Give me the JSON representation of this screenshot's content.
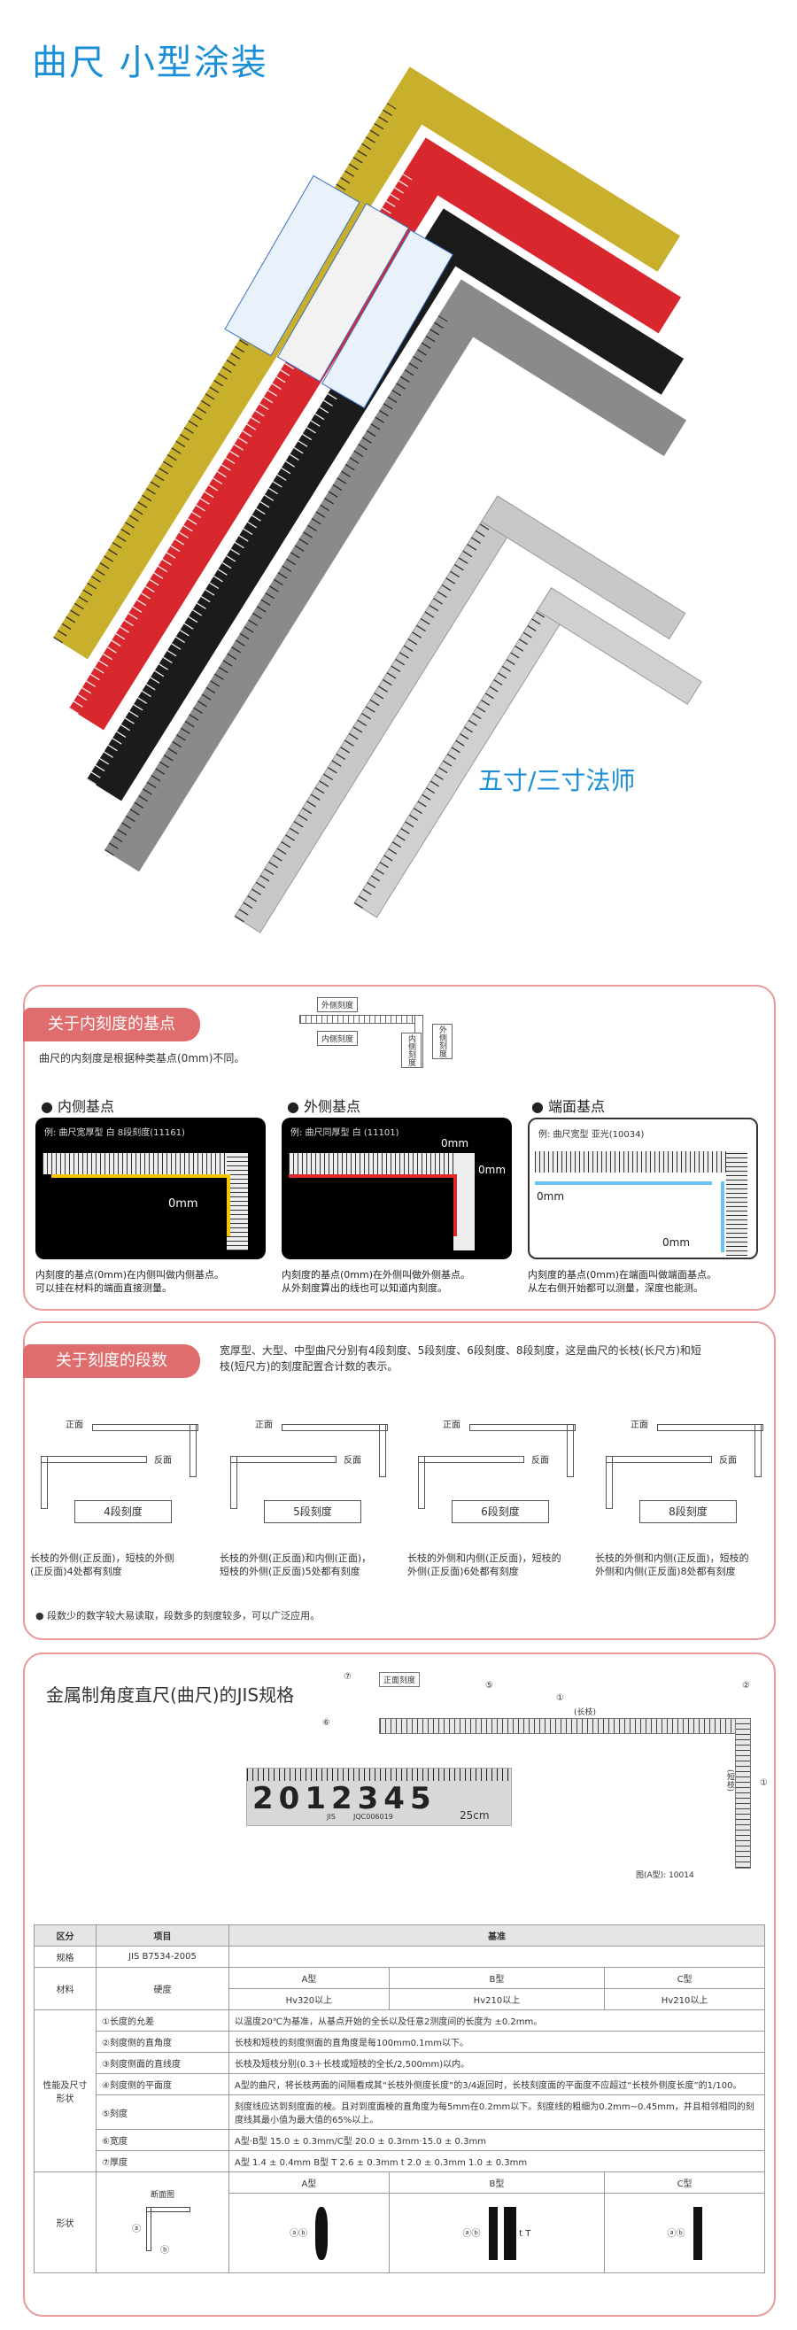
{
  "hero": {
    "title": "曲尺 小型涂装",
    "caption": "五寸/三寸法师"
  },
  "section1": {
    "tab": "关于内刻度的基点",
    "intro": "曲尺的内刻度是根据种类基点(0mm)不同。",
    "diagram": {
      "outer": "外侧刻度",
      "inner": "内侧刻度",
      "side_outer": "外侧刻度",
      "side_inner": "内侧刻度"
    },
    "points": [
      {
        "head": "● 内侧基点",
        "card": "例: 曲尺宽厚型 白 8段刻度(11161)",
        "zero": "0mm",
        "note1": "内刻度的基点(0mm)在内侧叫做内侧基点。",
        "note2": "可以挂在材料的端面直接测量。"
      },
      {
        "head": "● 外侧基点",
        "card": "例: 曲尺同厚型 白 (11101)",
        "zero": "0mm",
        "zero2": "0mm",
        "note1": "内刻度的基点(0mm)在外侧叫做外侧基点。",
        "note2": "从外刻度算出的线也可以知道内刻度。"
      },
      {
        "head": "● 端面基点",
        "card": "例: 曲尺宽型 亚光(10034)",
        "zero": "0mm",
        "zero2": "0mm",
        "note1": "内刻度的基点(0mm)在端面叫做端面基点。",
        "note2": "从左右侧开始都可以测量，深度也能测。"
      }
    ]
  },
  "section2": {
    "tab": "关于刻度的段数",
    "intro1": "宽厚型、大型、中型曲尺分别有4段刻度、5段刻度、6段刻度、8段刻度，这是曲尺的长枝(长尺方)和短",
    "intro2": "枝(短尺方)的刻度配置合计数的表示。",
    "labels": {
      "front": "正面",
      "back": "反面"
    },
    "items": [
      {
        "name": "4段刻度",
        "d1": "长枝的外侧(正反面)，短枝的外侧",
        "d2": "(正反面)4处都有刻度"
      },
      {
        "name": "5段刻度",
        "d1": "长枝的外侧(正反面)和内侧(正面)，",
        "d2": "短枝的外侧(正反面)5处都有刻度"
      },
      {
        "name": "6段刻度",
        "d1": "长枝的外侧和内侧(正反面)，短枝的",
        "d2": "外侧(正反面)6处都有刻度"
      },
      {
        "name": "8段刻度",
        "d1": "长枝的外侧和内侧(正反面)，短枝的",
        "d2": "外侧和内侧(正反面)8处都有刻度"
      }
    ],
    "foot": "● 段数少的数字较大易读取，段数多的刻度较多，可以广泛应用。"
  },
  "section3": {
    "title": "金属制角度直尺(曲尺)的JIS规格",
    "dims": {
      "c1": "①",
      "c2": "②",
      "c5": "⑤",
      "c6": "⑥",
      "c7": "⑦",
      "long": "(长枝)",
      "short": "(短枝)",
      "front_scale": "正面刻度"
    },
    "scale_caption": "图(A型): 10014",
    "closeup": {
      "digits": "2012345",
      "brand": "JIS",
      "sub": "JQC006019",
      "unit": "25cm"
    },
    "table": {
      "headers": [
        "区分",
        "项目",
        "基准"
      ],
      "rows": {
        "standard": {
          "c1": "规格",
          "c2": "JIS B7534-2005",
          "c3": ""
        },
        "material": {
          "c1": "材料",
          "c2": "硬度",
          "a": "A型",
          "b": "B型",
          "c": "C型",
          "av": "Hv320以上",
          "bv": "Hv210以上",
          "cv": "Hv210以上"
        },
        "perf_label": "性能及尺寸形状",
        "perf": [
          {
            "item": "①长度的允差",
            "value": "以温度20℃为基准，从基点开始的全长以及任意2测度间的长度为 ±0.2mm。"
          },
          {
            "item": "②刻度侧的直角度",
            "value": "长枝和短枝的刻度侧面的直角度是每100mm0.1mm以下。"
          },
          {
            "item": "③刻度侧面的直线度",
            "value": "长枝及短枝分别(0.3＋长枝或短枝的全长/2,500mm)以内。"
          },
          {
            "item": "④刻度侧的平面度",
            "value": "A型的曲尺，将长枝两面的间隔看成其“长枝外侧度长度”的3/4返回时，长枝刻度面的平面度不应超过“长枝外侧度长度”的1/100。"
          },
          {
            "item": "⑤刻度",
            "value": "刻度线应达到刻度面的棱。且对到度面棱的直角度为每5mm在0.2mm以下。刻度线的粗细为0.2mm~0.45mm，并且相邻相同的刻度线其最小值为最大值的65%以上。"
          },
          {
            "item": "⑥宽度",
            "value": "A型·B型 15.0 ± 0.3mm/C型 20.0 ± 0.3mm·15.0 ± 0.3mm"
          },
          {
            "item": "⑦厚度",
            "value": "A型 1.4 ± 0.4mm B型 T 2.6 ± 0.3mm t 2.0 ± 0.3mm 1.0 ± 0.3mm"
          }
        ],
        "shape": {
          "c1": "形状",
          "a": "A型",
          "b": "B型",
          "c": "C型",
          "section": "断面图",
          "ma": "ⓐ",
          "mb": "ⓑ",
          "mt": "t",
          "mT": "T"
        }
      }
    }
  },
  "colors": {
    "accent": "#1a8fd6",
    "tab": "#e06d6d",
    "border": "#e89a9a",
    "yellow": "#c9b02c",
    "red": "#d8282e",
    "black": "#1b1b1b",
    "gray": "#8a8a8a"
  }
}
